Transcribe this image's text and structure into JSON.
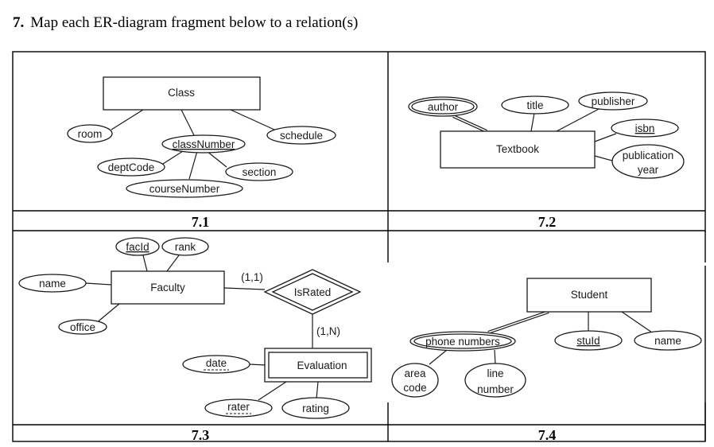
{
  "question": {
    "number": "7.",
    "text": "Map each ER-diagram fragment below to a relation(s)"
  },
  "fragments": {
    "f71": {
      "caption": "7.1",
      "entity": "Class",
      "attributes": {
        "room": "room",
        "classNumber": "classNumber",
        "schedule": "schedule",
        "deptCode": "deptCode",
        "section": "section",
        "courseNumber": "courseNumber"
      }
    },
    "f72": {
      "caption": "7.2",
      "entity": "Textbook",
      "attributes": {
        "author": "author",
        "title": "title",
        "publisher": "publisher",
        "isbn": "isbn",
        "publication_line1": "publication",
        "publication_line2": "year"
      }
    },
    "f73": {
      "caption": "7.3",
      "entity": "Faculty",
      "weak_entity": "Evaluation",
      "relationship": "IsRated",
      "card_faculty": "(1,1)",
      "card_evaluation": "(1,N)",
      "attributes": {
        "facId": "facId",
        "rank": "rank",
        "name": "name",
        "office": "office",
        "date": "date",
        "rater": "rater",
        "rating": "rating"
      }
    },
    "f74": {
      "caption": "7.4",
      "entity": "Student",
      "attributes": {
        "phone_numbers": "phone numbers",
        "stuId": "stuId",
        "name": "name",
        "area_line1": "area",
        "area_line2": "code",
        "line_line1": "line",
        "line_line2": "number"
      }
    }
  }
}
